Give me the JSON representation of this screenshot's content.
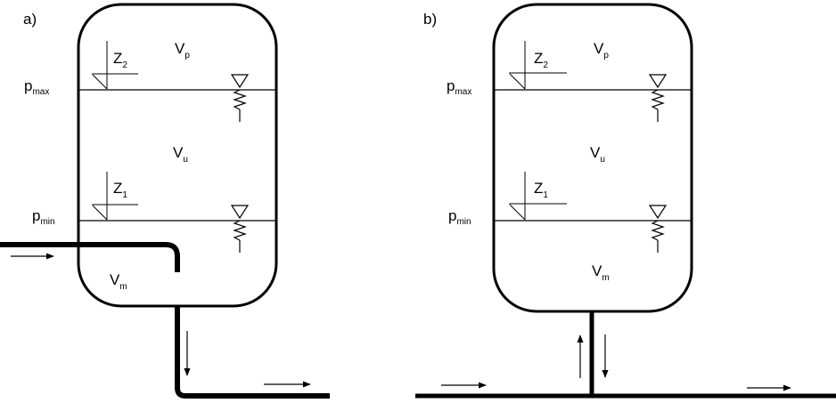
{
  "panels": [
    {
      "id": "a",
      "label": "a)",
      "p_max": {
        "main": "p",
        "sub": "max"
      },
      "p_min": {
        "main": "p",
        "sub": "min"
      },
      "v_p": {
        "main": "V",
        "sub": "p"
      },
      "v_u": {
        "main": "V",
        "sub": "u"
      },
      "v_m": {
        "main": "V",
        "sub": "m"
      },
      "z_2": {
        "main": "Z",
        "sub": "2"
      },
      "z_1": {
        "main": "Z",
        "sub": "1"
      }
    },
    {
      "id": "b",
      "label": "b)",
      "p_max": {
        "main": "p",
        "sub": "max"
      },
      "p_min": {
        "main": "p",
        "sub": "min"
      },
      "v_p": {
        "main": "V",
        "sub": "p"
      },
      "v_u": {
        "main": "V",
        "sub": "u"
      },
      "v_m": {
        "main": "V",
        "sub": "m"
      },
      "z_2": {
        "main": "Z",
        "sub": "2"
      },
      "z_1": {
        "main": "Z",
        "sub": "1"
      }
    }
  ]
}
